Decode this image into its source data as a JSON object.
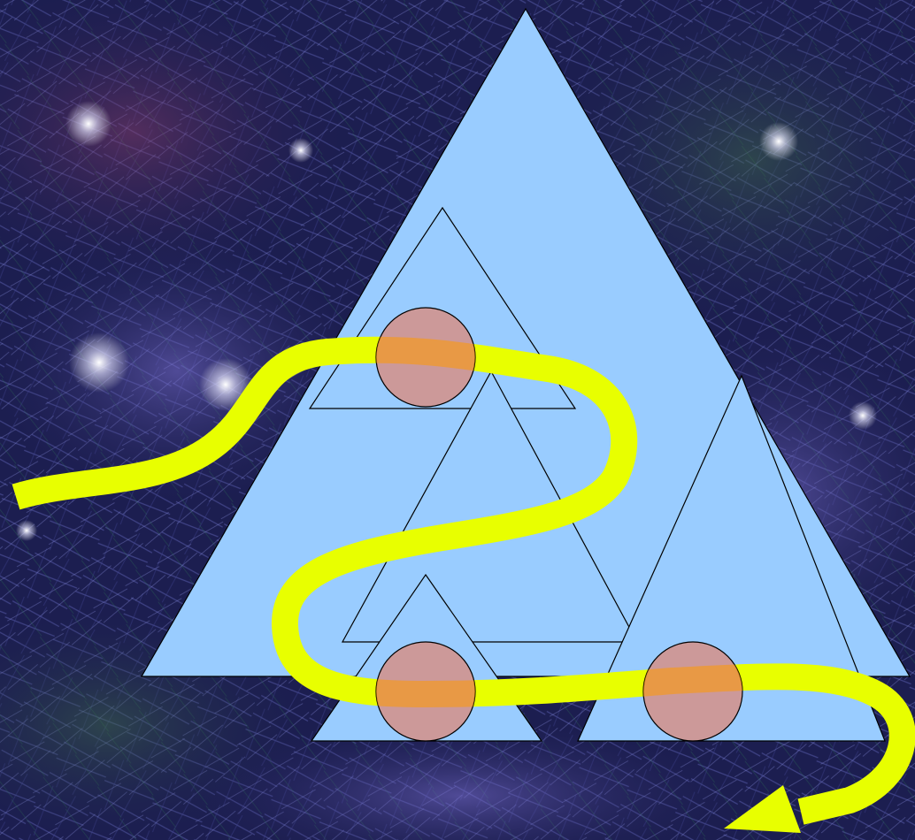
{
  "background": {
    "description_colors": [
      "#1b1d52",
      "#2a2f7a",
      "#4a3f8c",
      "#6b6fc4",
      "#2f4a3a",
      "#5a2a4a"
    ],
    "star_color": "#ffffff"
  },
  "diagram": {
    "triangle_fill": "#99ccff",
    "triangle_stroke": "#000000",
    "node_fill": "#cc9999",
    "path_color": "#e8ff00",
    "triangles": [
      {
        "id": "outer-triangle"
      },
      {
        "id": "upper-inner-triangle"
      },
      {
        "id": "middle-inner-triangle"
      },
      {
        "id": "bottom-left-triangle"
      },
      {
        "id": "bottom-right-triangle"
      }
    ],
    "nodes": [
      {
        "id": "node-top"
      },
      {
        "id": "node-bottom-left"
      },
      {
        "id": "node-bottom-right"
      }
    ],
    "path": {
      "id": "winding-path",
      "has_arrowhead": true
    }
  }
}
